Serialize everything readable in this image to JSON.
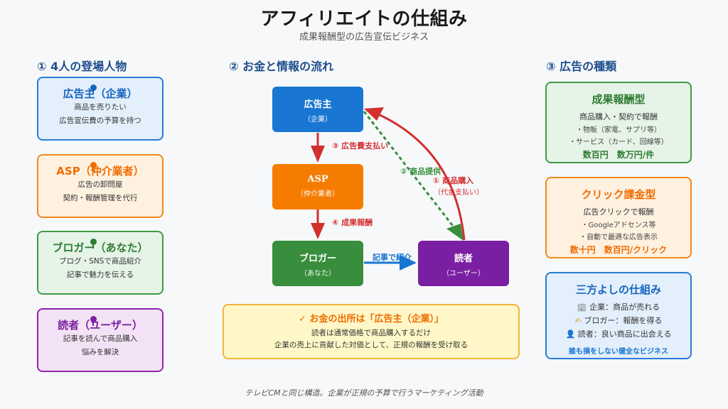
{
  "header": {
    "title": "アフィリエイトの仕組み",
    "subtitle": "成果報酬型の広告宣伝ビジネス"
  },
  "sections": {
    "characters": "① 4人の登場人物",
    "flow": "② お金と情報の流れ",
    "ad_types": "③ 広告の種類"
  },
  "characters": [
    {
      "title": "広告主（企業）",
      "lines": [
        "商品を売りたい",
        "広告宣伝費の予算を持つ"
      ],
      "color": "#1565c0"
    },
    {
      "title": "ASP（仲介業者）",
      "lines": [
        "広告の卸問屋",
        "契約・報酬管理を代行"
      ],
      "color": "#ef6c00"
    },
    {
      "title": "ブロガー（あなた）",
      "lines": [
        "ブログ・SNSで商品紹介",
        "記事で魅力を伝える"
      ],
      "color": "#2e7d32"
    },
    {
      "title": "読者（ユーザー）",
      "lines": [
        "記事を読んで商品購入",
        "悩みを解決"
      ],
      "color": "#7b1fa2"
    }
  ],
  "flow": {
    "nodes": {
      "advertiser": {
        "title": "広告主",
        "sub": "（企業）",
        "color": "#1976d2"
      },
      "asp": {
        "title": "ASP",
        "sub": "（仲介業者）",
        "color": "#f57c00"
      },
      "blogger": {
        "title": "ブロガー",
        "sub": "（あなた）",
        "color": "#388e3c"
      },
      "reader": {
        "title": "読者",
        "sub": "（ユーザー）",
        "color": "#7b1fa2"
      }
    },
    "edges": {
      "ad_fee": "③ 広告費支払い",
      "reward": "④ 成果報酬",
      "introduce": "記事で紹介",
      "supply": "② 商品提供",
      "purchase": "① 商品購入",
      "purchase_sub": "（代金支払い）"
    },
    "colors": {
      "money": "#d32f2f",
      "goods": "#388e3c",
      "info": "#1976d2"
    }
  },
  "money_source": {
    "title": "✓ お金の出所は「広告主（企業）」",
    "lines": [
      "読者は通常価格で商品購入するだけ",
      "企業の売上に貢献した対価として、正規の報酬を受け取る"
    ]
  },
  "ad_types": [
    {
      "title": "成果報酬型",
      "desc": "商品購入・契約で報酬",
      "items": [
        "・物販（家電、サプリ等）",
        "・サービス（カード、回線等）"
      ],
      "price": "数百円　数万円/件"
    },
    {
      "title": "クリック課金型",
      "desc": "広告クリックで報酬",
      "items": [
        "・Googleアドセンス等",
        "・自動で最適な広告表示"
      ],
      "price": "数十円　数百円/クリック"
    }
  ],
  "sanpo": {
    "title": "三方よしの仕組み",
    "items": [
      {
        "icon": "🏢",
        "text": "企業：商品が売れる"
      },
      {
        "icon": "✍",
        "text": "ブロガー：報酬を得る"
      },
      {
        "icon": "👤",
        "text": "読者：良い商品に出会える"
      }
    ],
    "tagline": "誰も損をしない健全なビジネス"
  },
  "footer": "テレビCMと同じ構造。企業が正規の予算で行うマーケティング活動"
}
